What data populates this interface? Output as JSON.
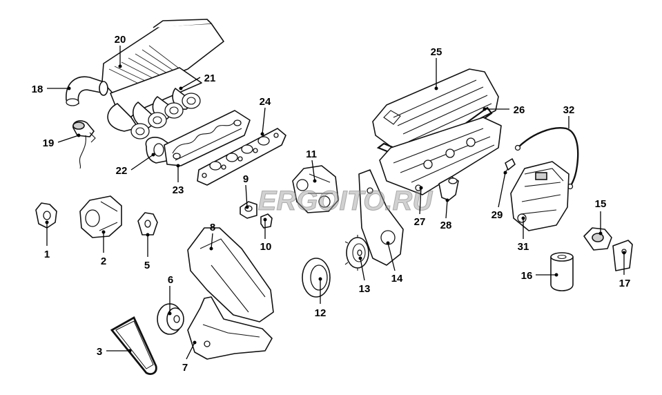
{
  "diagram": {
    "watermark": "ERGOITO.RU",
    "callouts": [
      "1",
      "2",
      "3",
      "5",
      "6",
      "7",
      "8",
      "9",
      "10",
      "11",
      "12",
      "13",
      "14",
      "15",
      "16",
      "17",
      "18",
      "19",
      "20",
      "21",
      "22",
      "23",
      "24",
      "25",
      "26",
      "27",
      "28",
      "29",
      "31",
      "32"
    ],
    "colors": {
      "line": "#111111",
      "background": "#ffffff",
      "watermark": "#9a9a9a"
    }
  }
}
